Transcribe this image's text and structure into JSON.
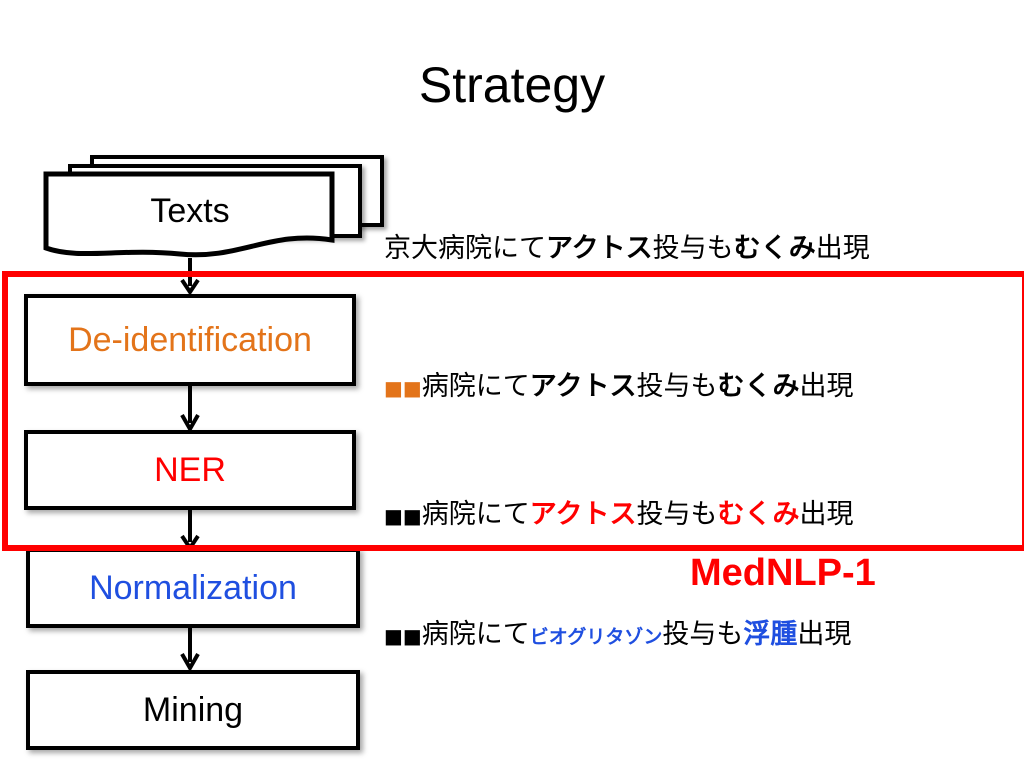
{
  "title": "Strategy",
  "flow": {
    "texts": "Texts",
    "deidentification": "De-identification",
    "ner": "NER",
    "normalization": "Normalization",
    "mining": "Mining"
  },
  "colors": {
    "deidentification": "#e3741a",
    "ner": "#ff0000",
    "normalization": "#1f4fe0",
    "frame": "#ff0000"
  },
  "label": "MedNLP-1",
  "examples": {
    "raw": {
      "p1": "京大病院にて",
      "drug": "アクトス",
      "p2": "投与も",
      "symptom": "むくみ",
      "p3": "出現"
    },
    "deid": {
      "mask": "■■",
      "p1": "病院にて",
      "drug": "アクトス",
      "p2": "投与も",
      "symptom": "むくみ",
      "p3": "出現"
    },
    "ner": {
      "mask": "■■",
      "p1": "病院にて",
      "drug": "アクトス",
      "p2": "投与も",
      "symptom": "むくみ",
      "p3": "出現"
    },
    "norm": {
      "mask": "■■",
      "p1": "病院にて",
      "drug": "ビオグリタゾン",
      "p2": "投与も",
      "symptom": "浮腫",
      "p3": "出現"
    }
  }
}
